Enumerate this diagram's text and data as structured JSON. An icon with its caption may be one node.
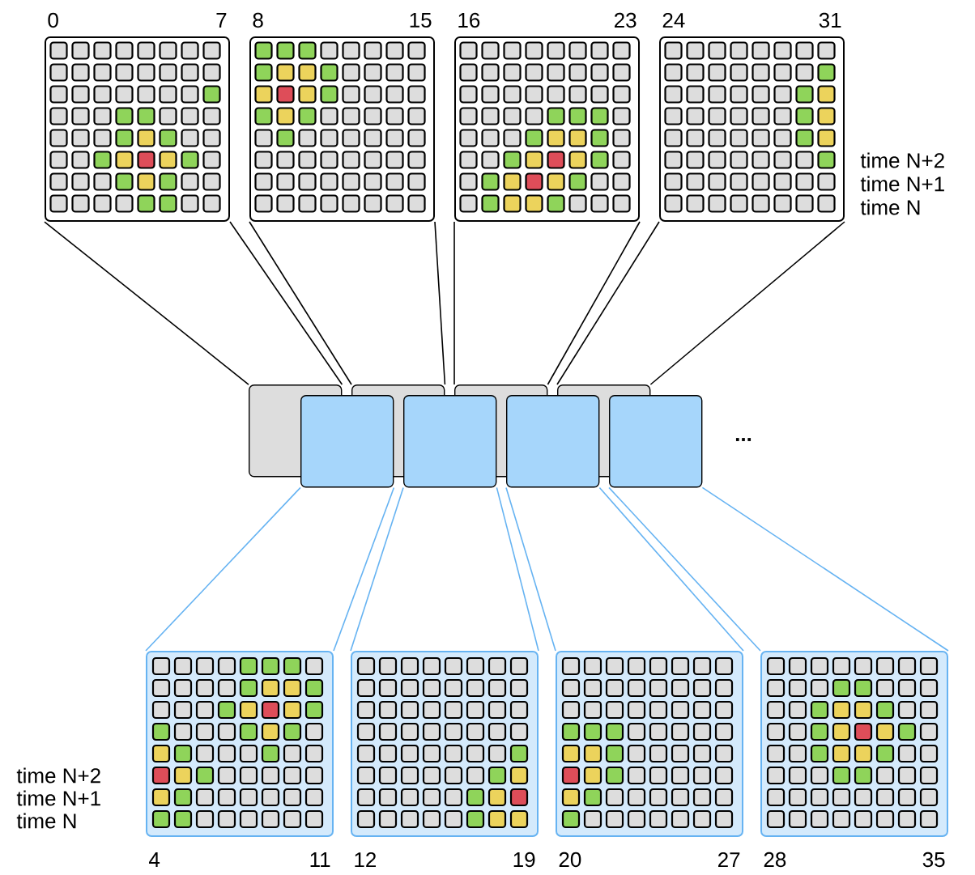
{
  "diagram": {
    "nodes": [
      {
        "text": [],
        "shape": "box",
        "beside": [
          "0",
          "7"
        ]
      },
      {
        "text": [],
        "shape": "box",
        "beside": [
          "8",
          "15"
        ]
      },
      {
        "text": [],
        "shape": "box",
        "beside": [
          "16",
          "23"
        ]
      },
      {
        "text": [],
        "shape": "box",
        "beside": [
          "24",
          "31"
        ]
      },
      {
        "text": [],
        "shape": "box"
      },
      {
        "text": [],
        "shape": "box"
      },
      {
        "text": [],
        "shape": "box"
      },
      {
        "text": [],
        "shape": "box"
      },
      {
        "text": [],
        "shape": "box"
      },
      {
        "text": [],
        "shape": "box"
      },
      {
        "text": [],
        "shape": "box"
      },
      {
        "text": [],
        "shape": "box"
      },
      {
        "text": [],
        "shape": "box",
        "beside": [
          "4",
          "11"
        ]
      },
      {
        "text": [],
        "shape": "box",
        "beside": [
          "12",
          "19"
        ]
      },
      {
        "text": [],
        "shape": "box",
        "beside": [
          "20",
          "27"
        ]
      },
      {
        "text": [],
        "shape": "box",
        "beside": [
          "28",
          "35"
        ]
      }
    ],
    "edges": [
      {
        "from": 0,
        "to": 4,
        "arrow": "none"
      },
      {
        "from": 0,
        "to": 4,
        "arrow": "none"
      },
      {
        "from": 1,
        "to": 5,
        "arrow": "none"
      },
      {
        "from": 1,
        "to": 5,
        "arrow": "none"
      },
      {
        "from": 2,
        "to": 6,
        "arrow": "none"
      },
      {
        "from": 2,
        "to": 6,
        "arrow": "none"
      },
      {
        "from": 3,
        "to": 7,
        "arrow": "none"
      },
      {
        "from": 3,
        "to": 7,
        "arrow": "none"
      },
      {
        "from": 8,
        "to": 12,
        "arrow": "none",
        "color": "#66b3f2"
      },
      {
        "from": 8,
        "to": 12,
        "arrow": "none",
        "color": "#66b3f2"
      },
      {
        "from": 9,
        "to": 13,
        "arrow": "none",
        "color": "#66b3f2"
      },
      {
        "from": 9,
        "to": 13,
        "arrow": "none",
        "color": "#66b3f2"
      },
      {
        "from": 10,
        "to": 14,
        "arrow": "none",
        "color": "#66b3f2"
      },
      {
        "from": 10,
        "to": 14,
        "arrow": "none",
        "color": "#66b3f2"
      },
      {
        "from": 11,
        "to": 15,
        "arrow": "none",
        "color": "#66b3f2"
      },
      {
        "from": 11,
        "to": 15,
        "arrow": "none",
        "color": "#66b3f2"
      }
    ],
    "labels": [
      "time N+2",
      "time N+1",
      "time N",
      "...",
      "time N+2",
      "time N+1",
      "time N"
    ]
  }
}
